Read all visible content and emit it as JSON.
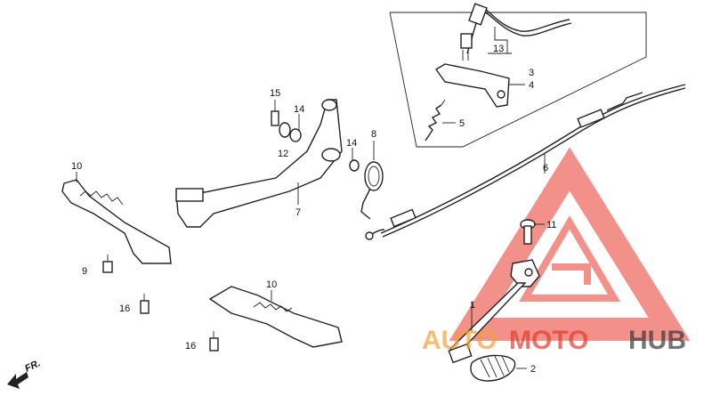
{
  "callouts": [
    {
      "id": "c1",
      "text": "1"
    },
    {
      "id": "c2",
      "text": "2"
    },
    {
      "id": "c3",
      "text": "3"
    },
    {
      "id": "c4",
      "text": "4"
    },
    {
      "id": "c5",
      "text": "5"
    },
    {
      "id": "c6",
      "text": "6"
    },
    {
      "id": "c7",
      "text": "7"
    },
    {
      "id": "c8",
      "text": "8"
    },
    {
      "id": "c9",
      "text": "9"
    },
    {
      "id": "c10a",
      "text": "10"
    },
    {
      "id": "c10b",
      "text": "10"
    },
    {
      "id": "c11",
      "text": "11"
    },
    {
      "id": "c12",
      "text": "12"
    },
    {
      "id": "c13",
      "text": "13"
    },
    {
      "id": "c14a",
      "text": "14"
    },
    {
      "id": "c14b",
      "text": "14"
    },
    {
      "id": "c15",
      "text": "15"
    },
    {
      "id": "c16a",
      "text": "16"
    },
    {
      "id": "c16b",
      "text": "16"
    }
  ],
  "direction": {
    "label": "FR."
  },
  "watermark": {
    "auto": "AUTO",
    "moto": "MOTO",
    "hub": "HUB",
    "color_red": "#e8392c",
    "color_orange": "#f2a03a",
    "color_dark": "#3a3a3a"
  }
}
